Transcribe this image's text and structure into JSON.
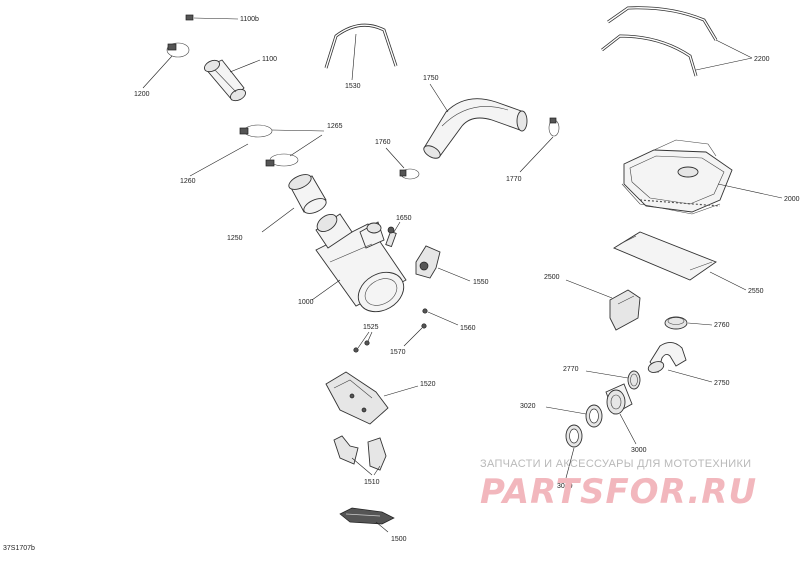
{
  "diagram_code": "37S1707b",
  "labels": {
    "l1100b": "1100b",
    "l1100": "1100",
    "l1200": "1200",
    "l1530": "1530",
    "l1750": "1750",
    "l2200": "2200",
    "l1265": "1265",
    "l1260": "1260",
    "l1760": "1760",
    "l1770": "1770",
    "l2000": "2000",
    "l1650": "1650",
    "l1250": "1250",
    "l1550": "1550",
    "l2500": "2500",
    "l2550": "2550",
    "l1000": "1000",
    "l1525": "1525",
    "l1560": "1560",
    "l1570": "1570",
    "l2760": "2760",
    "l2770": "2770",
    "l2750": "2750",
    "l1520": "1520",
    "l3020": "3020",
    "l3000": "3000",
    "l1510": "1510",
    "l3010": "3010",
    "l1500": "1500"
  },
  "watermark": {
    "tagline": "ЗАПЧАСТИ И АКСЕССУАРЫ ДЛЯ МОТОТЕХНИКИ",
    "logo": "PARTSFOR.RU",
    "logo_color": "#f2b7bd"
  }
}
